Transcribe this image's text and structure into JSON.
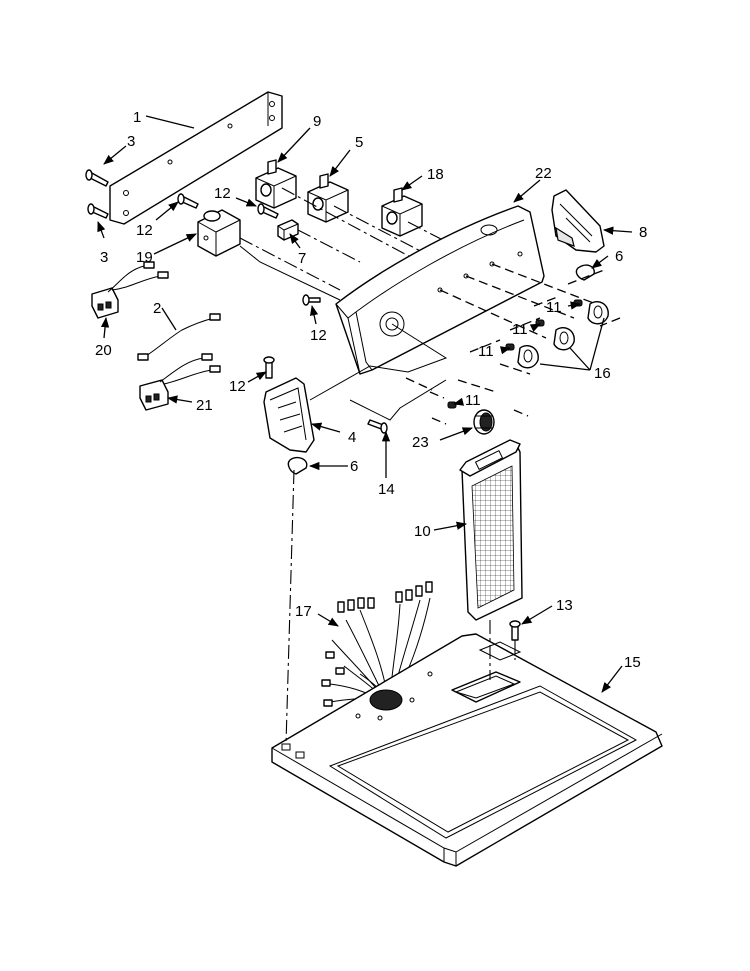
{
  "callouts": {
    "c1": "1",
    "c3a": "3",
    "c3b": "3",
    "c9": "9",
    "c5": "5",
    "c18": "18",
    "c22": "22",
    "c8": "8",
    "c6a": "6",
    "c12a": "12",
    "c12b": "12",
    "c7": "7",
    "c19": "19",
    "c2": "2",
    "c20": "20",
    "c12c": "12",
    "c21": "21",
    "c12d": "12",
    "c11a": "11",
    "c11b": "11",
    "c11c": "11",
    "c11d": "11",
    "c16": "16",
    "c4": "4",
    "c6b": "6",
    "c14": "14",
    "c23": "23",
    "c10": "10",
    "c17": "17",
    "c13": "13",
    "c15": "15"
  }
}
